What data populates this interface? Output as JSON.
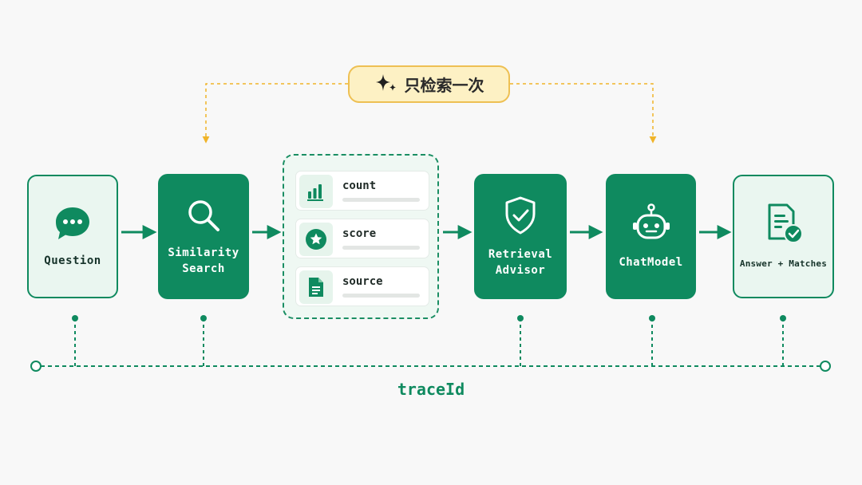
{
  "badge": {
    "text": "只检索一次",
    "icon": "sparkle-icon"
  },
  "nodes": {
    "question": {
      "label": "Question",
      "icon": "chat-bubble-icon"
    },
    "similarity_search": {
      "label": "Similarity\nSearch",
      "icon": "search-icon"
    },
    "retrieval_advisor": {
      "label": "Retrieval\nAdvisor",
      "icon": "shield-check-icon"
    },
    "chat_model": {
      "label": "ChatModel",
      "icon": "robot-icon"
    },
    "answer": {
      "label": "Answer + Matches",
      "icon": "document-check-icon"
    }
  },
  "fields": [
    {
      "label": "count",
      "icon": "bar-chart-icon"
    },
    {
      "label": "score",
      "icon": "star-badge-icon"
    },
    {
      "label": "source",
      "icon": "document-icon"
    }
  ],
  "trace": {
    "label": "traceId"
  },
  "colors": {
    "primary": "#0f8a5f",
    "light_fill": "#eaf6f0",
    "badge_fill": "#fdf1c4",
    "badge_border": "#eec053",
    "dashed_amber": "#f0b429"
  }
}
